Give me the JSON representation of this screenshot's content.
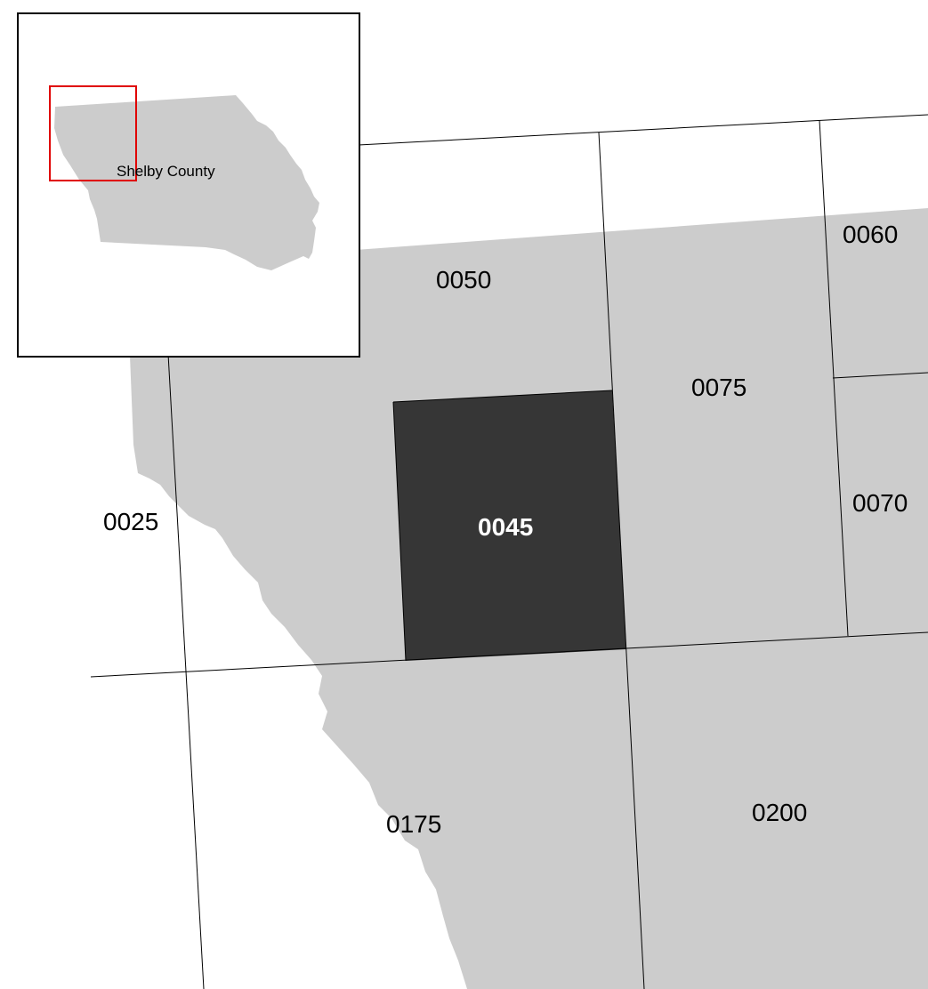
{
  "map": {
    "land_color": "#cccccc",
    "selected_color": "#363636",
    "selected_panel": "0045",
    "panels": [
      "0025",
      "0045",
      "0050",
      "0060",
      "0070",
      "0075",
      "0175",
      "0200"
    ]
  },
  "inset": {
    "county_name": "Shelby County",
    "locator_color": "#e00000"
  }
}
